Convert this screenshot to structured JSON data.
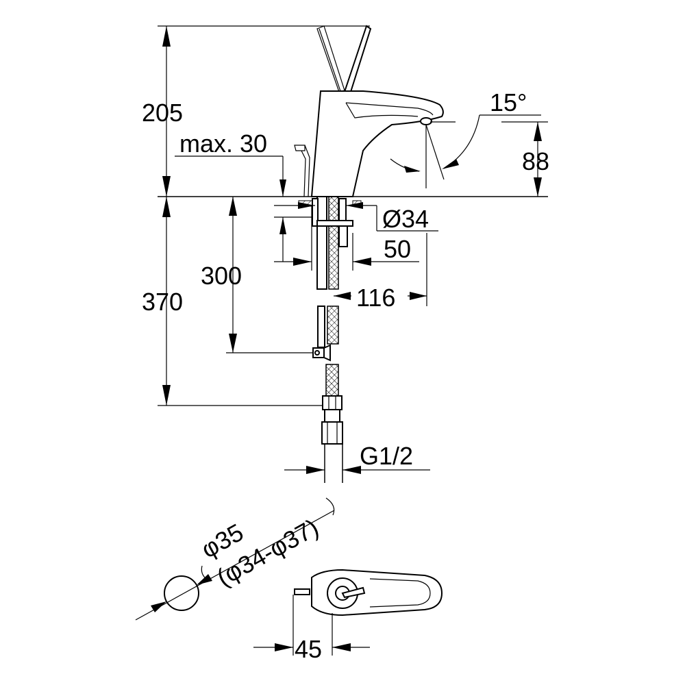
{
  "dimensions": {
    "spout_height": "205",
    "max_thickness": "max. 30",
    "spout_angle": "15°",
    "outlet_height": "88",
    "hole_diameter": "Ø34",
    "offset_50": "50",
    "projection": "116",
    "hose_length": "300",
    "total_length": "370",
    "thread": "G1/2",
    "hole_size_line1": "φ35",
    "hole_size_line2": "(φ34-φ37)",
    "handle_offset": "45"
  },
  "colors": {
    "line": "#000000",
    "background": "#ffffff"
  }
}
